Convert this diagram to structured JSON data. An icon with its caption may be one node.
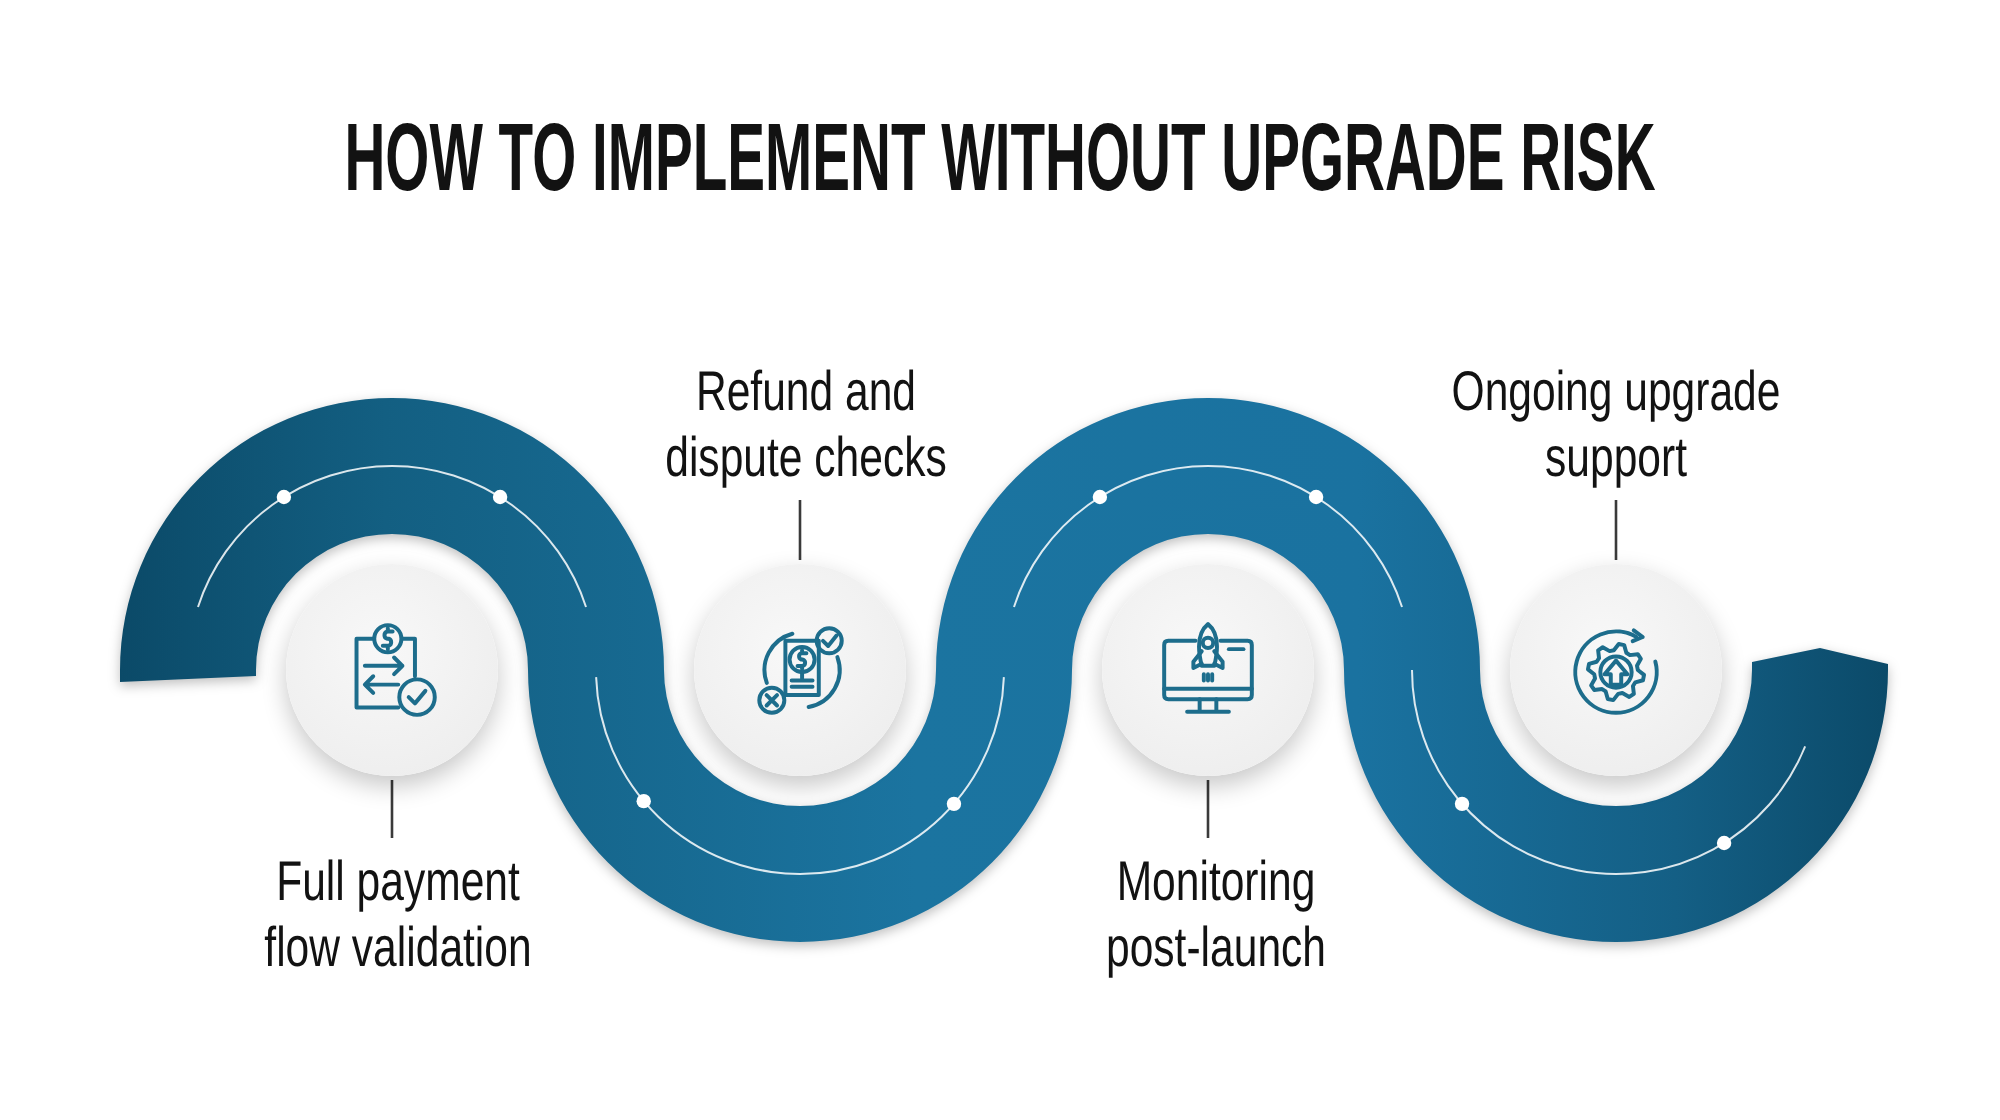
{
  "diagram": {
    "title": "HOW TO IMPLEMENT WITHOUT UPGRADE RISK",
    "nodes": [
      {
        "text": [
          "Full payment flow validation"
        ]
      },
      {
        "text": [],
        "shape": "circle"
      },
      {
        "text": [
          "Refund and dispute checks"
        ]
      },
      {
        "text": [],
        "shape": "circle"
      },
      {
        "text": [
          "Monitoring post-launch"
        ]
      },
      {
        "text": [],
        "shape": "circle"
      },
      {
        "text": [
          "Ongoing upgrade support"
        ]
      },
      {
        "text": [],
        "shape": "circle"
      }
    ],
    "edges": [
      {
        "from": 0,
        "to": 1,
        "arrow": "none"
      },
      {
        "from": 2,
        "to": 3,
        "arrow": "none"
      },
      {
        "from": 4,
        "to": 5,
        "arrow": "none"
      },
      {
        "from": 6,
        "to": 7,
        "arrow": "none"
      }
    ]
  }
}
